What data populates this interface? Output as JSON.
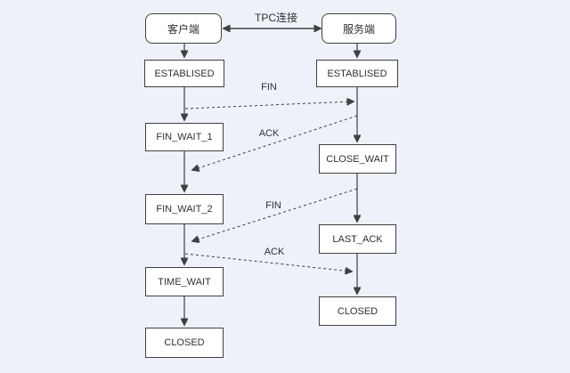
{
  "colors": {
    "background": "#edf1f9",
    "node_fill": "#ffffff",
    "line": "#404040",
    "text": "#303030"
  },
  "diagram": {
    "connection_label": "TPC连接",
    "client": {
      "title": "客户端",
      "states": [
        "ESTABLISED",
        "FIN_WAIT_1",
        "FIN_WAIT_2",
        "TIME_WAIT",
        "CLOSED"
      ]
    },
    "server": {
      "title": "服务端",
      "states": [
        "ESTABLISED",
        "CLOSE_WAIT",
        "LAST_ACK",
        "CLOSED"
      ]
    },
    "messages": [
      {
        "label": "FIN",
        "from": "client",
        "to": "server"
      },
      {
        "label": "ACK",
        "from": "server",
        "to": "client"
      },
      {
        "label": "FIN",
        "from": "server",
        "to": "client"
      },
      {
        "label": "ACK",
        "from": "client",
        "to": "server"
      }
    ]
  }
}
